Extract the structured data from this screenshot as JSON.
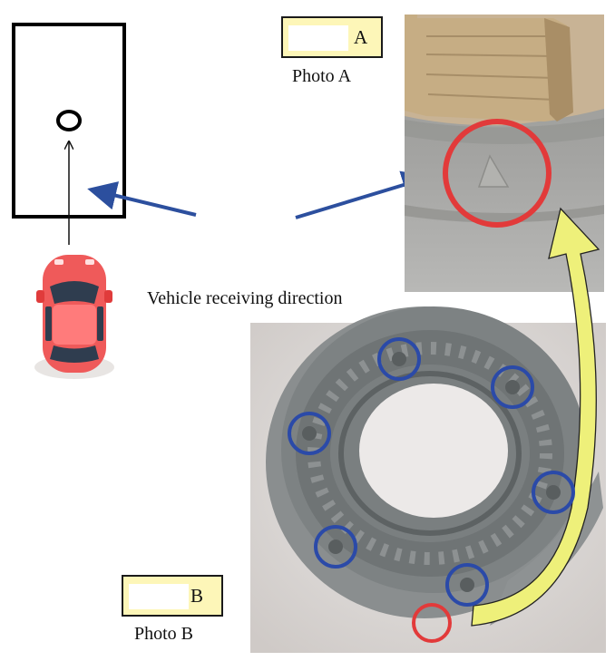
{
  "labels": {
    "tag_a": "A",
    "caption_a": "Photo A",
    "tag_b": "B",
    "caption_b": "Photo B",
    "direction": "Vehicle receiving direction"
  },
  "colors": {
    "highlight_red": "#e23a3a",
    "hole_blue": "#2b4aa8",
    "arrow_blue": "#2c4f9e",
    "yellow_arrow": "#eef07a",
    "car_red": "#ef5a5a",
    "tag_fill": "#fdf6b8"
  },
  "icons": {
    "vehicle": "car-topview-icon",
    "receiver": "circle-marker-icon"
  }
}
